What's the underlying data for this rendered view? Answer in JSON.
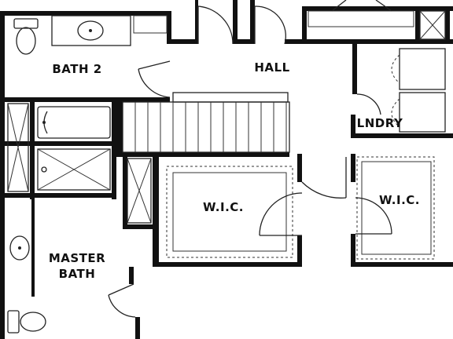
{
  "rooms": {
    "bath2": "BATH 2",
    "hall": "HALL",
    "laundry": "LNDRY",
    "wic_left": "W.I.C.",
    "wic_right": "W.I.C.",
    "master_bath_line1": "MASTER",
    "master_bath_line2": "BATH"
  },
  "colors": {
    "wall": "#111111",
    "background": "#ffffff"
  }
}
